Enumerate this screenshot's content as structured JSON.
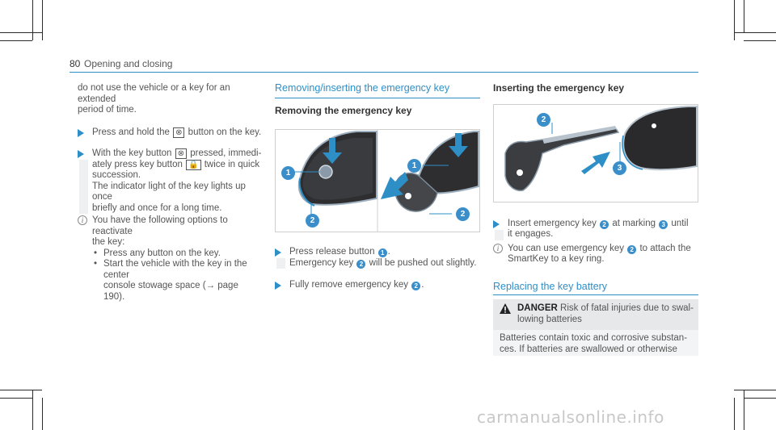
{
  "header": {
    "page_number": "80",
    "section_title": "Opening and closing"
  },
  "col1": {
    "intro_line1": "do not use the vehicle or a key for an extended",
    "intro_line2": "period of time.",
    "step1": {
      "before": "Press and hold the ",
      "icon": "⊗",
      "after": " button on the key."
    },
    "step2": {
      "line1_before": "With the key button ",
      "icon1": "⊗",
      "line1_after": " pressed, immedi-",
      "line2_before": "ately press key button ",
      "icon2": "🔒",
      "line2_after": " twice in quick",
      "line3": "succession.",
      "line4": "The indicator light of the key lights up once",
      "line5": "briefly and once for a long time."
    },
    "note": {
      "line1": "You have the following options to reactivate",
      "line2": "the key:",
      "bullet1": "Press any button on the key.",
      "bullet2_line1": "Start the vehicle with the key in the center",
      "bullet2_line2": "console stowage space (→ page 190)."
    }
  },
  "col2": {
    "heading": "Removing/inserting the emergency key",
    "subheading": "Removing the emergency key",
    "figure_callouts": [
      "1",
      "2",
      "1",
      "2"
    ],
    "step1": {
      "before": "Press release button ",
      "badge": "1",
      "after": "."
    },
    "step1_line2": {
      "before": "Emergency key ",
      "badge": "2",
      "after": " will be pushed out slightly."
    },
    "step2": {
      "before": "Fully remove emergency key ",
      "badge": "2",
      "after": "."
    }
  },
  "col3": {
    "subheading": "Inserting the emergency key",
    "figure_callouts": [
      "2",
      "3"
    ],
    "step1": {
      "before": "Insert emergency key ",
      "badge1": "2",
      "middle": " at marking ",
      "badge2": "3",
      "after": " until"
    },
    "step1_line2": "it engages.",
    "note": {
      "before": "You can use emergency key ",
      "badge": "2",
      "after": " to attach the"
    },
    "note_line2": "SmartKey to a key ring.",
    "heading2": "Replacing the key battery",
    "danger": {
      "label": "DANGER",
      "line1": " Risk of fatal injuries due to swal-",
      "line2": "lowing batteries",
      "body_line1": "Batteries contain toxic and corrosive substan-",
      "body_line2": "ces. If batteries are swallowed or otherwise"
    }
  },
  "colors": {
    "accent": "#2e8fc7",
    "badge": "#3a8ec9"
  },
  "footer": {
    "watermark": "carmanualsonline.info"
  }
}
